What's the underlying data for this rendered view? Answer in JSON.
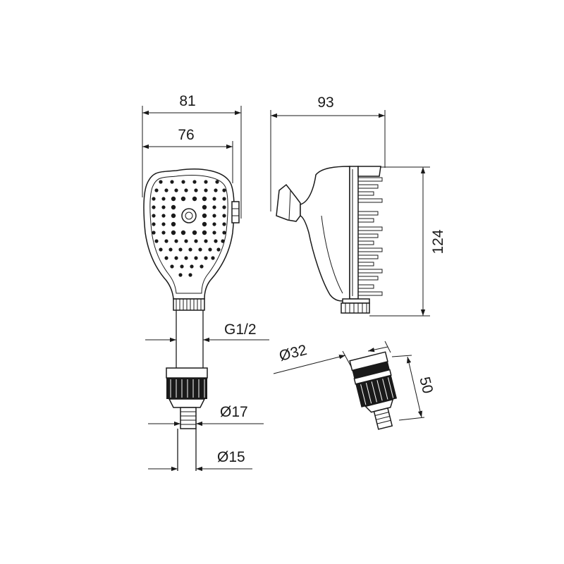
{
  "colors": {
    "ink": "#1a1a1a",
    "paper": "#ffffff"
  },
  "dimensions": {
    "width_overall": "81",
    "width_head": "76",
    "depth": "93",
    "height": "124",
    "thread": "G1/2",
    "diameter_adapter": "Ø32",
    "length_adapter": "50",
    "diameter_outer": "Ø17",
    "diameter_inner": "Ø15"
  }
}
